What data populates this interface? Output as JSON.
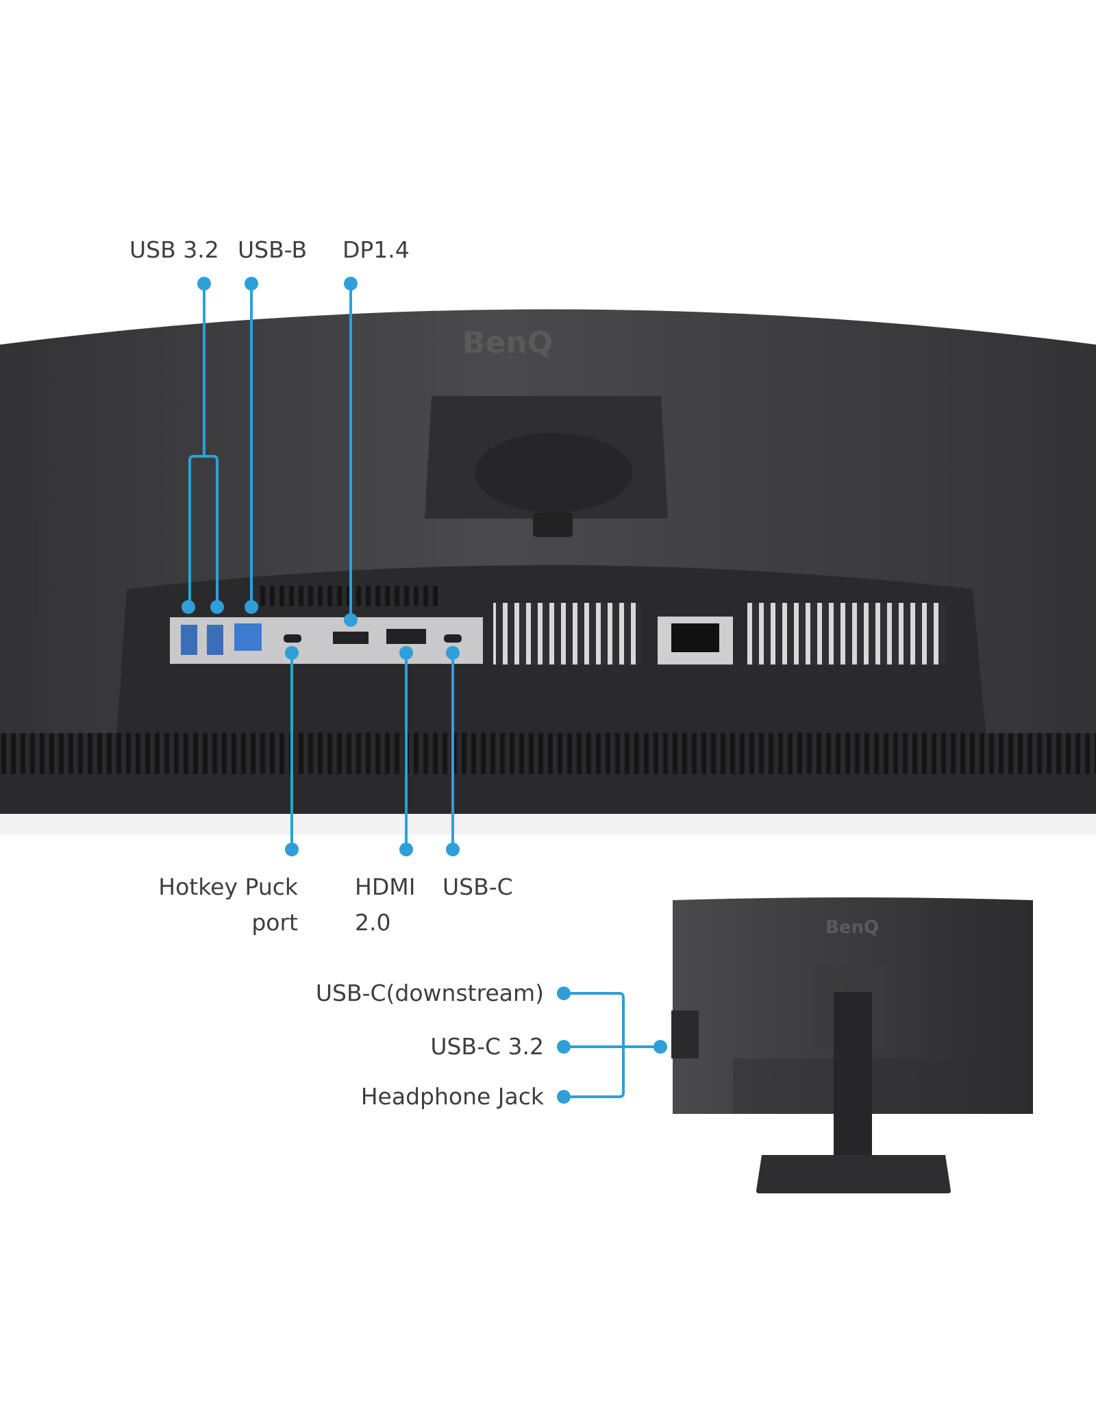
{
  "brand": {
    "logo_text": "BenQ"
  },
  "colors": {
    "accent": "#2e9fd8",
    "monitor_body": "#3c3c3e",
    "label_text": "#3e3e3e"
  },
  "top_labels": {
    "usb32": "USB 3.2",
    "usbb": "USB-B",
    "dp": "DP1.4"
  },
  "bottom_labels": {
    "hotkey_line1": "Hotkey Puck",
    "hotkey_line2": "port",
    "hdmi_line1": "HDMI",
    "hdmi_line2": "2.0",
    "usbc": "USB-C"
  },
  "side_labels": {
    "usbc_downstream": "USB-C(downstream)",
    "usbc32": "USB-C 3.2",
    "headphone": "Headphone Jack"
  }
}
